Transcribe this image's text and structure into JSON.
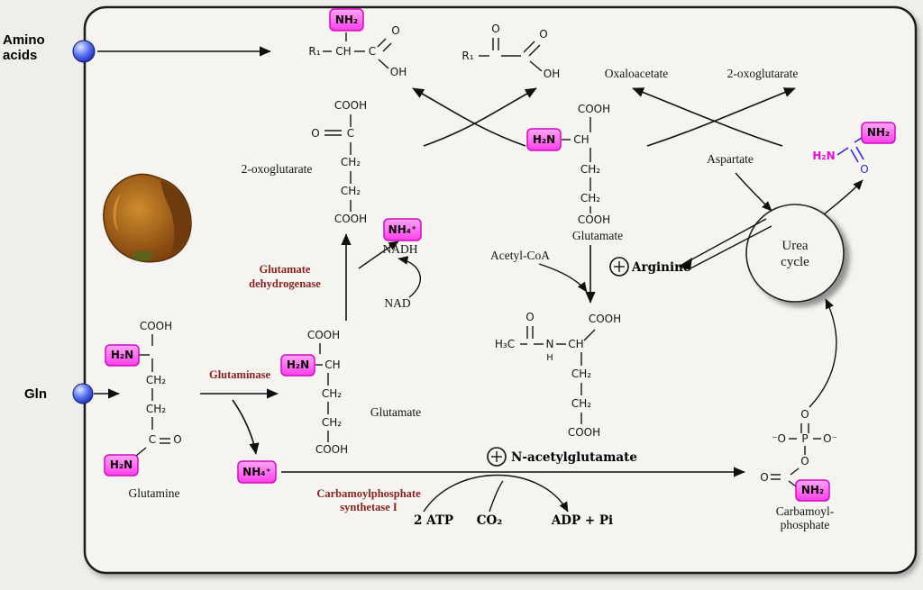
{
  "colors": {
    "panel_bg": "#f5f4f1",
    "magenta_box_fill": "#fb3fea",
    "magenta_box_border": "#cf0ac2",
    "urea_blue": "#2a2ad4",
    "enzyme_red": "#8b2121",
    "sphere_blue": "#1523a8",
    "liver_brown": "#8a4c12"
  },
  "external": {
    "amino_line1": "Amino",
    "amino_line2": "acids",
    "gln": "Gln"
  },
  "formulas": {
    "nh2": "NH₂",
    "h2n": "H₂N",
    "nh4": "NH₄⁺",
    "cooh": "COOH",
    "ch": "CH",
    "ch2": "CH₂",
    "c": "C",
    "o": "O",
    "oh": "OH",
    "h3c": "H₃C",
    "n": "N",
    "h": "H",
    "r1": "R₁",
    "p": "P",
    "o_neg_left": "⁻O",
    "o_neg_right": "O⁻"
  },
  "metabolites": {
    "oxaloacetate": "Oxaloacetate",
    "oxoglutarate": "2-oxoglutarate",
    "aspartate": "Aspartate",
    "glutamate": "Glutamate",
    "glutamine": "Glutamine",
    "acetyl_coa": "Acetyl-CoA",
    "arginine": "Arginine",
    "nad": "NAD",
    "nadh": "NADH",
    "atp": "2 ATP",
    "co2": "CO₂",
    "adp_pi": "ADP + Pi",
    "n_acetylglutamate": "N-acetylglutamate",
    "carbamoyl_line1": "Carbamoyl-",
    "carbamoyl_line2": "phosphate",
    "urea_line1": "Urea",
    "urea_line2": "cycle"
  },
  "enzymes": {
    "gdh_line1": "Glutamate",
    "gdh_line2": "dehydrogenase",
    "glutaminase": "Glutaminase",
    "cps_line1": "Carbamoylphosphate",
    "cps_line2": "synthetase I"
  }
}
